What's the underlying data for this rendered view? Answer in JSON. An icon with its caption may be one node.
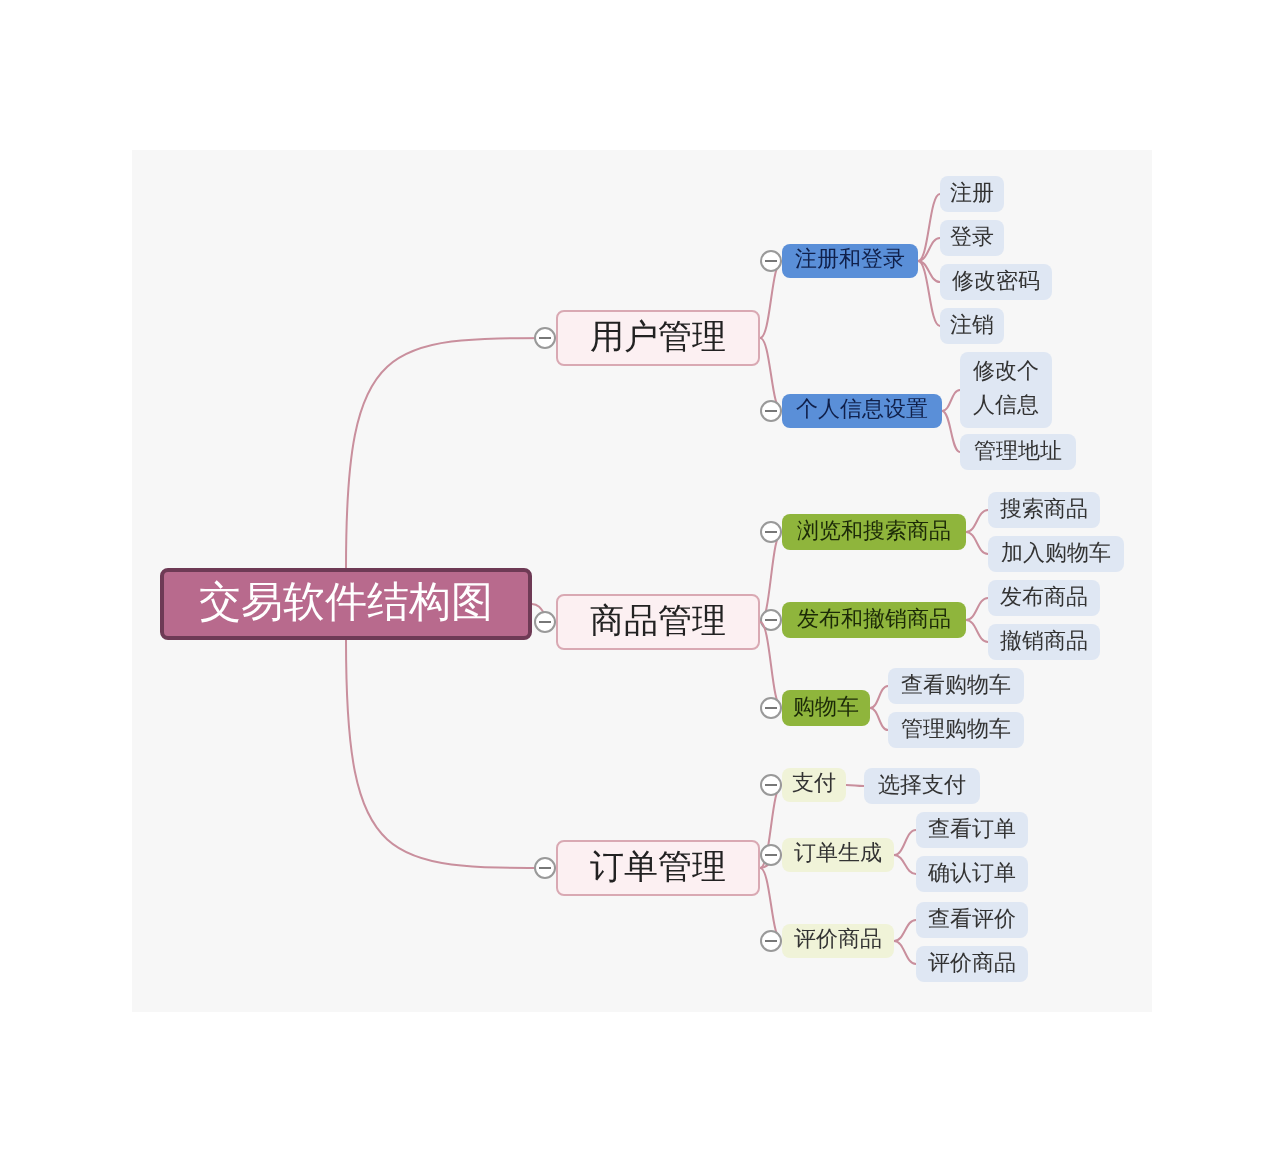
{
  "diagram": {
    "nodes": [
      {
        "text": [
          "交易软件结构图"
        ]
      },
      {
        "text": [
          "用户管理"
        ]
      },
      {
        "text": [
          "注册和登录"
        ]
      },
      {
        "text": [
          "注册"
        ]
      },
      {
        "text": [
          "登录"
        ]
      },
      {
        "text": [
          "修改密码"
        ]
      },
      {
        "text": [
          "注销"
        ]
      },
      {
        "text": [
          "个人信息设置"
        ]
      },
      {
        "text": [
          "修改个人信息"
        ]
      },
      {
        "text": [
          "管理地址"
        ]
      },
      {
        "text": [
          "商品管理"
        ]
      },
      {
        "text": [
          "浏览和搜索商品"
        ]
      },
      {
        "text": [
          "搜索商品"
        ]
      },
      {
        "text": [
          "加入购物车"
        ]
      },
      {
        "text": [
          "发布和撤销商品"
        ]
      },
      {
        "text": [
          "发布商品"
        ]
      },
      {
        "text": [
          "撤销商品"
        ]
      },
      {
        "text": [
          "购物车"
        ]
      },
      {
        "text": [
          "查看购物车"
        ]
      },
      {
        "text": [
          "管理购物车"
        ]
      },
      {
        "text": [
          "订单管理"
        ]
      },
      {
        "text": [
          "支付"
        ]
      },
      {
        "text": [
          "选择支付"
        ]
      },
      {
        "text": [
          "订单生成"
        ]
      },
      {
        "text": [
          "查看订单"
        ]
      },
      {
        "text": [
          "确认订单"
        ]
      },
      {
        "text": [
          "评价商品"
        ]
      },
      {
        "text": [
          "查看评价"
        ]
      },
      {
        "text": [
          "评价商品"
        ]
      }
    ],
    "edges": [
      {
        "from": 0,
        "to": 1,
        "arrow": "other"
      },
      {
        "from": 1,
        "to": 2,
        "arrow": "other"
      },
      {
        "from": 2,
        "to": 3,
        "arrow": "none"
      },
      {
        "from": 2,
        "to": 4,
        "arrow": "none"
      },
      {
        "from": 2,
        "to": 5,
        "arrow": "none"
      },
      {
        "from": 2,
        "to": 6,
        "arrow": "none"
      },
      {
        "from": 1,
        "to": 7,
        "arrow": "other"
      },
      {
        "from": 7,
        "to": 8,
        "arrow": "none"
      },
      {
        "from": 7,
        "to": 9,
        "arrow": "none"
      },
      {
        "from": 0,
        "to": 10,
        "arrow": "other"
      },
      {
        "from": 10,
        "to": 11,
        "arrow": "other"
      },
      {
        "from": 11,
        "to": 12,
        "arrow": "none"
      },
      {
        "from": 11,
        "to": 13,
        "arrow": "none"
      },
      {
        "from": 10,
        "to": 14,
        "arrow": "other"
      },
      {
        "from": 14,
        "to": 15,
        "arrow": "none"
      },
      {
        "from": 14,
        "to": 16,
        "arrow": "none"
      },
      {
        "from": 10,
        "to": 17,
        "arrow": "other"
      },
      {
        "from": 17,
        "to": 18,
        "arrow": "none"
      },
      {
        "from": 17,
        "to": 19,
        "arrow": "none"
      },
      {
        "from": 0,
        "to": 20,
        "arrow": "other"
      },
      {
        "from": 20,
        "to": 21,
        "arrow": "other"
      },
      {
        "from": 21,
        "to": 22,
        "arrow": "none"
      },
      {
        "from": 20,
        "to": 23,
        "arrow": "other"
      },
      {
        "from": 23,
        "to": 24,
        "arrow": "none"
      },
      {
        "from": 23,
        "to": 25,
        "arrow": "none"
      },
      {
        "from": 20,
        "to": 26,
        "arrow": "other"
      },
      {
        "from": 26,
        "to": 27,
        "arrow": "none"
      },
      {
        "from": 26,
        "to": 28,
        "arrow": "none"
      }
    ]
  }
}
